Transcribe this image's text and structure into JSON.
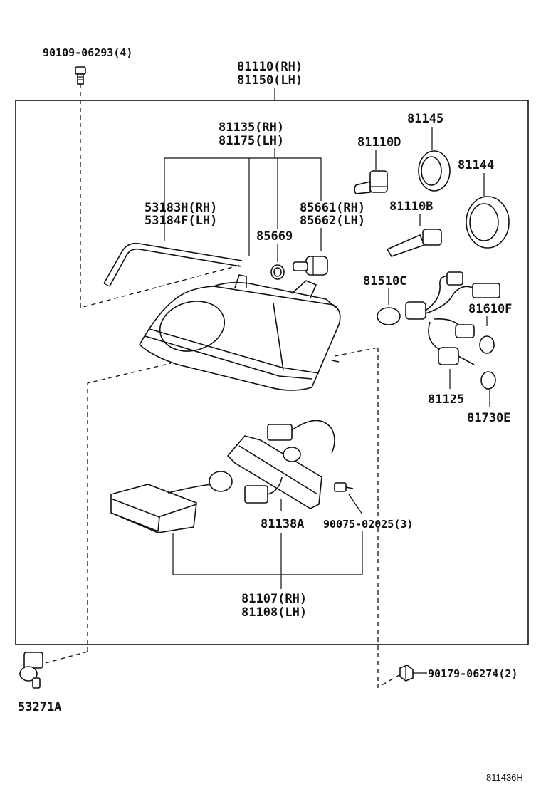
{
  "labels": {
    "bolt_top": "90109-06293(4)",
    "headlamp_rh": "81110(RH)",
    "headlamp_lh": "81150(LH)",
    "lens_rh": "81135(RH)",
    "lens_lh": "81175(LH)",
    "bulb_d": "81110D",
    "cap_81145": "81145",
    "cap_81144": "81144",
    "bulb_b": "81110B",
    "seal_rh": "53183H(RH)",
    "seal_lh": "53184F(LH)",
    "socket_rh": "85661(RH)",
    "socket_lh": "85662(LH)",
    "ring_85669": "85669",
    "bulb_c": "81510C",
    "bulb_f": "81610F",
    "socket_81125": "81125",
    "bulb_e": "81730E",
    "bracket_a": "81138A",
    "screw_mid": "90075-02025(3)",
    "computer_rh": "81107(RH)",
    "computer_lh": "81108(LH)",
    "clip_53271a": "53271A",
    "nut_bottom": "90179-06274(2)",
    "diagram_code": "811436H"
  }
}
